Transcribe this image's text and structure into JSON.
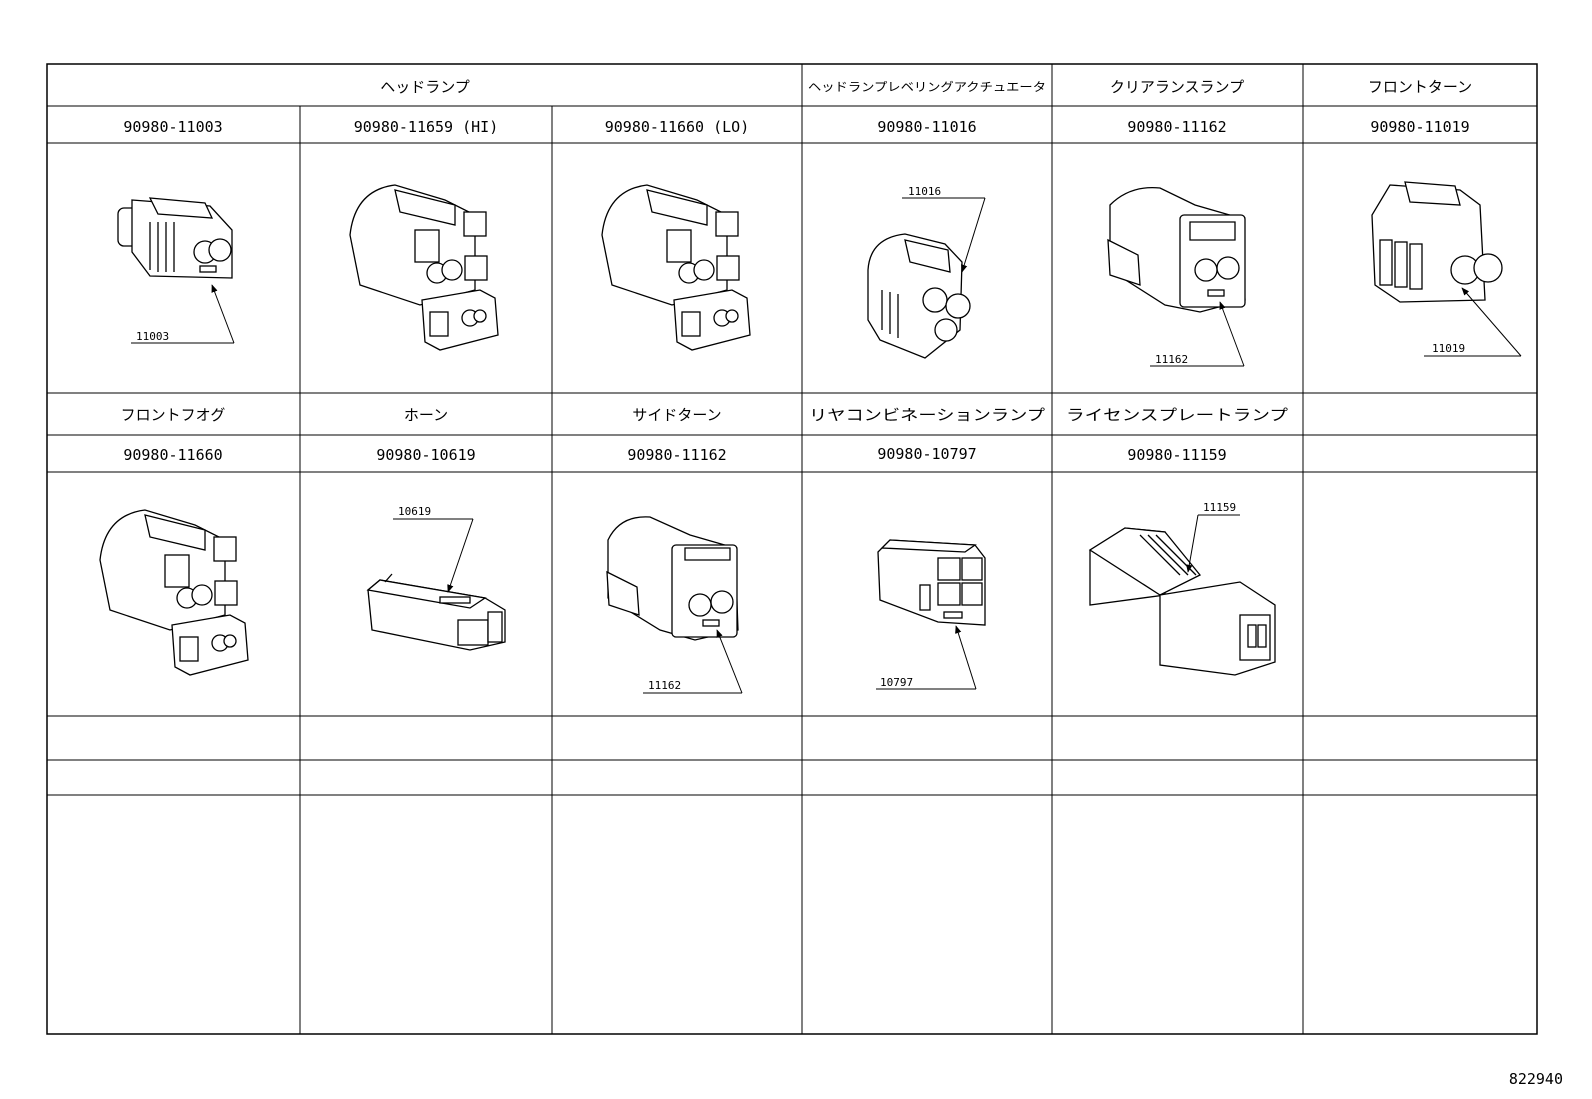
{
  "table": {
    "row1": {
      "groups": [
        "ヘッドランプ",
        "ヘッドランプレベリングアクチュエータ",
        "クリアランスランプ",
        "フロントターン"
      ],
      "part_numbers": [
        "90980-11003",
        "90980-11659 (HI)",
        "90980-11660 (LO)",
        "90980-11016",
        "90980-11162",
        "90980-11019"
      ],
      "callouts": [
        "11003",
        "11016",
        "11162",
        "11019"
      ]
    },
    "row2": {
      "names": [
        "フロントフオグ",
        "ホーン",
        "サイドターン",
        "リヤコンビネーションランプ",
        "ライセンスプレートランプ"
      ],
      "part_numbers": [
        "90980-11660",
        "90980-10619",
        "90980-11162",
        "90980-10797",
        "90980-11159"
      ],
      "callouts": [
        "10619",
        "11162",
        "10797",
        "11159"
      ]
    }
  },
  "illustration_id": "822940"
}
